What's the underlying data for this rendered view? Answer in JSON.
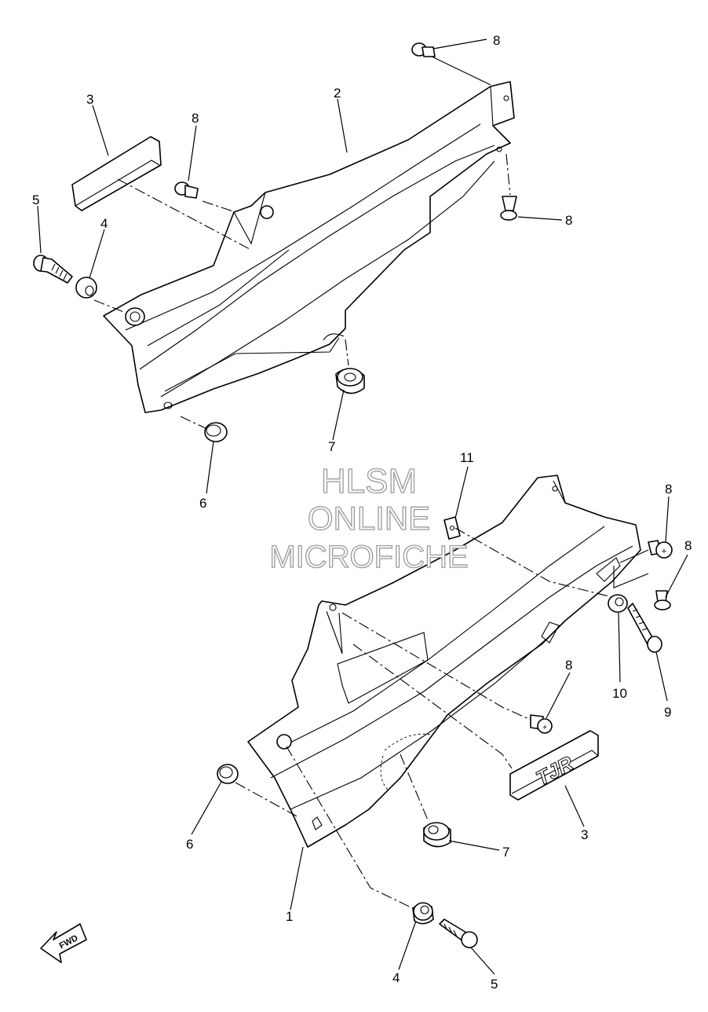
{
  "watermark": {
    "line1": "HLSM",
    "line2": "ONLINE",
    "line3": "MICROFICHE"
  },
  "fwd_label": "FWD",
  "emblem_text": "TJR",
  "callouts": [
    {
      "id": "c1",
      "label": "1"
    },
    {
      "id": "c2",
      "label": "2"
    },
    {
      "id": "c3a",
      "label": "3"
    },
    {
      "id": "c3b",
      "label": "3"
    },
    {
      "id": "c4a",
      "label": "4"
    },
    {
      "id": "c4b",
      "label": "4"
    },
    {
      "id": "c5a",
      "label": "5"
    },
    {
      "id": "c5b",
      "label": "5"
    },
    {
      "id": "c6a",
      "label": "6"
    },
    {
      "id": "c6b",
      "label": "6"
    },
    {
      "id": "c7a",
      "label": "7"
    },
    {
      "id": "c7b",
      "label": "7"
    },
    {
      "id": "c8a",
      "label": "8"
    },
    {
      "id": "c8b",
      "label": "8"
    },
    {
      "id": "c8c",
      "label": "8"
    },
    {
      "id": "c8d",
      "label": "8"
    },
    {
      "id": "c8e",
      "label": "8"
    },
    {
      "id": "c8f",
      "label": "8"
    },
    {
      "id": "c9",
      "label": "9"
    },
    {
      "id": "c10",
      "label": "10"
    },
    {
      "id": "c11",
      "label": "11"
    }
  ]
}
